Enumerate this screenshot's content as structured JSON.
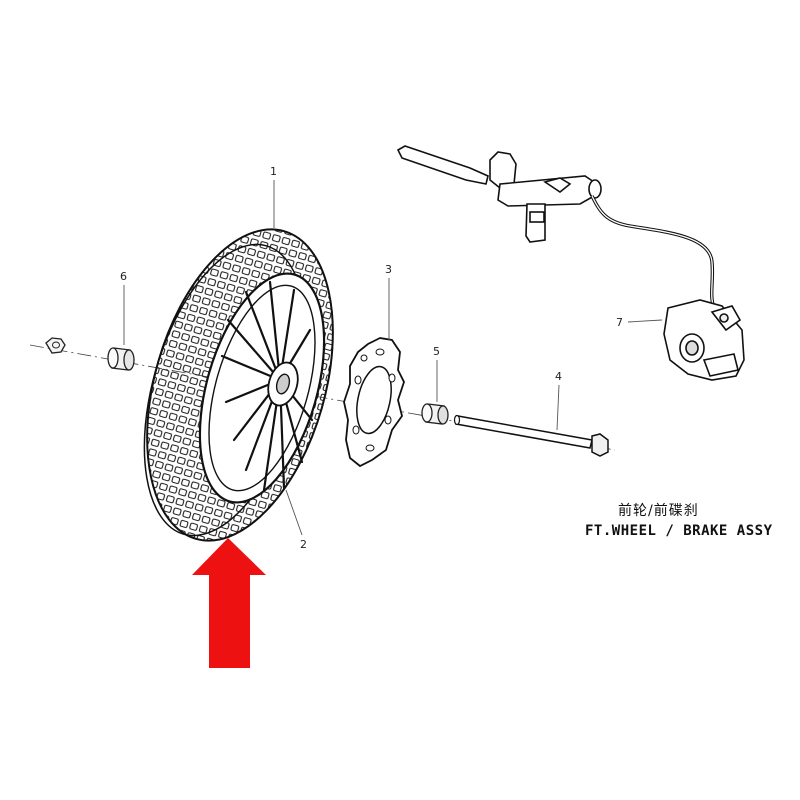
{
  "diagram": {
    "title_cn": "前轮/前碟刹",
    "title_en": "FT.WHEEL / BRAKE ASSY",
    "callouts": [
      "1",
      "2",
      "3",
      "4",
      "5",
      "6",
      "7"
    ],
    "line_color": "#333333",
    "arrow_color": "#ee1111"
  }
}
